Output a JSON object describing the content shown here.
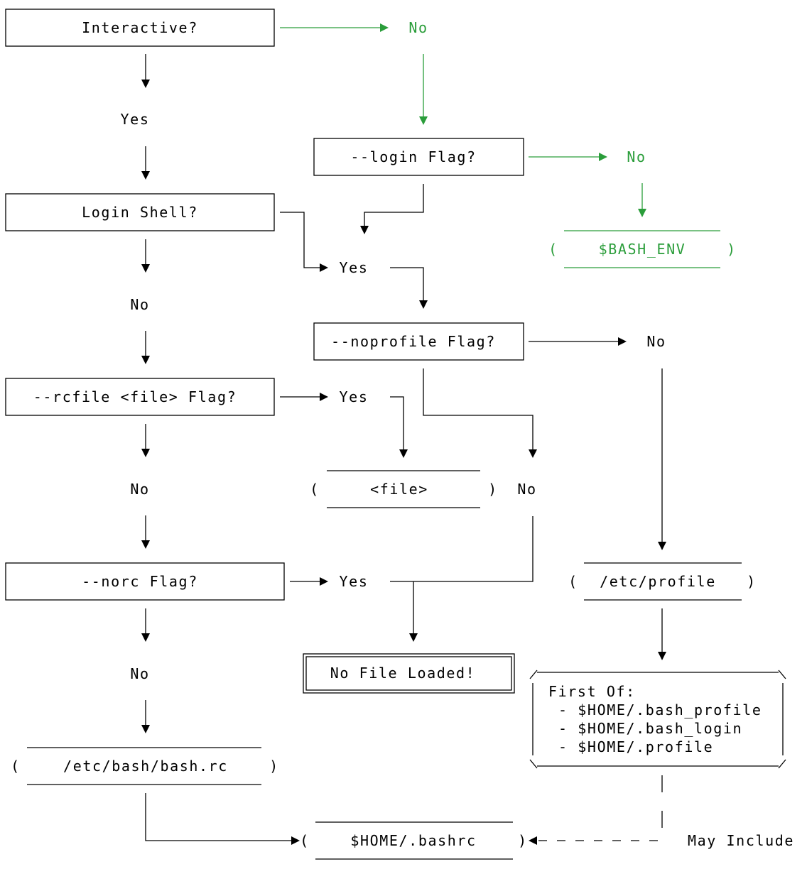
{
  "nodes": {
    "interactive": "Interactive?",
    "login_shell": "Login Shell?",
    "rcfile_flag": "--rcfile <file> Flag?",
    "norc_flag": "--norc Flag?",
    "etc_bash_bashrc": "/etc/bash/bash.rc",
    "login_flag": "--login Flag?",
    "noprofile_flag": "--noprofile Flag?",
    "file": "<file>",
    "no_file_loaded": "No File Loaded!",
    "home_bashrc": "$HOME/.bashrc",
    "bash_env": "$BASH_ENV",
    "etc_profile": "/etc/profile",
    "first_of": {
      "title": "First Of:",
      "items": [
        "- $HOME/.bash_profile",
        "- $HOME/.bash_login",
        "- $HOME/.profile"
      ]
    }
  },
  "labels": {
    "interactive_no": "No",
    "interactive_yes": "Yes",
    "login_flag_no": "No",
    "login_flag_yes": "Yes",
    "login_shell_no": "No",
    "rcfile_yes": "Yes",
    "rcfile_no": "No",
    "noprofile_no": "No",
    "noprofile_yes": "No",
    "norc_yes": "Yes",
    "norc_no": "No",
    "may_include": "May Include"
  },
  "colors": {
    "primary": "#000000",
    "non_interactive": "#2a9d3a"
  }
}
